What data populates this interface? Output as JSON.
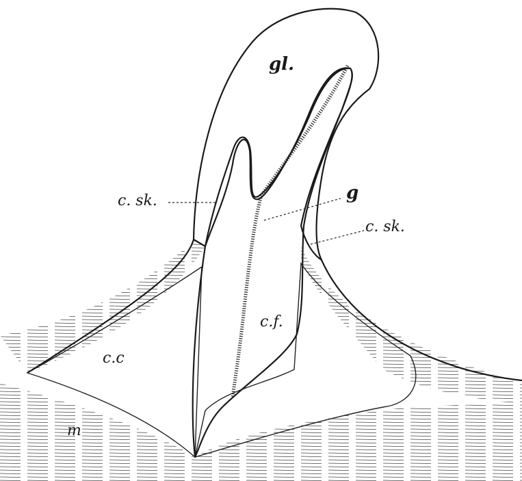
{
  "figure": {
    "labels": {
      "gl": "gl.",
      "c_sk_left": "c. sk.",
      "g": "g",
      "c_sk_right": "c. sk.",
      "cf": "c.f.",
      "cc": "c.c",
      "m": "m"
    }
  }
}
